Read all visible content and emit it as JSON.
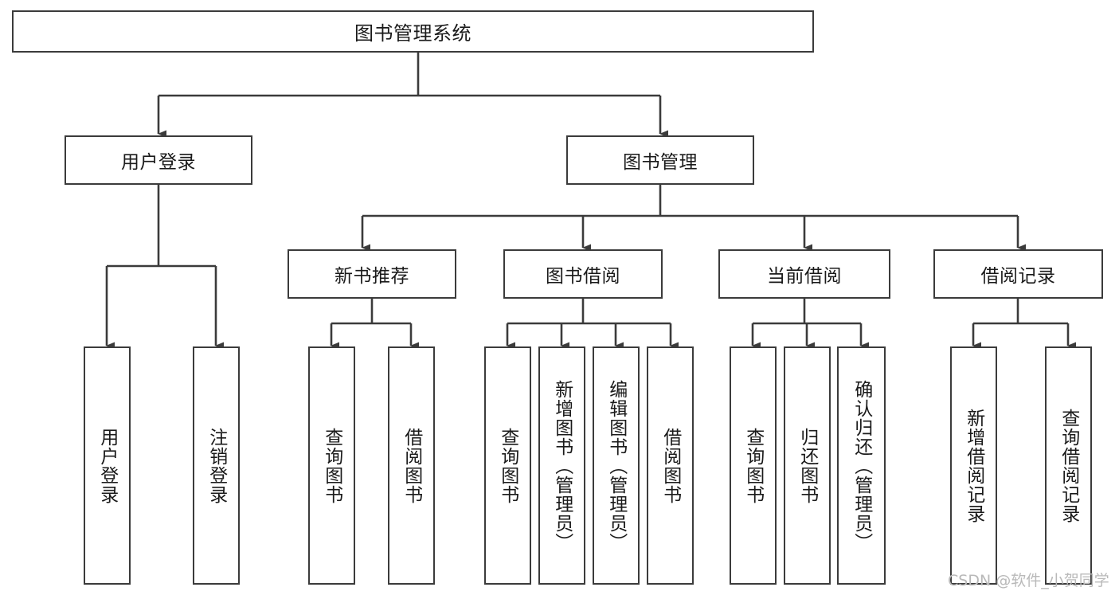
{
  "diagram": {
    "title": "图书管理系统",
    "type": "tree-hierarchy-chart",
    "root": {
      "label": "图书管理系统"
    },
    "level2": [
      {
        "label": "用户登录"
      },
      {
        "label": "图书管理"
      }
    ],
    "level3": [
      {
        "label": "新书推荐"
      },
      {
        "label": "图书借阅"
      },
      {
        "label": "当前借阅"
      },
      {
        "label": "借阅记录"
      }
    ],
    "leaves": {
      "user_login": [
        {
          "label": "用户登录"
        },
        {
          "label": "注销登录"
        }
      ],
      "new_book_recommend": [
        {
          "label": "查询图书"
        },
        {
          "label": "借阅图书"
        }
      ],
      "book_borrow": [
        {
          "label": "查询图书"
        },
        {
          "label": "新增图书（管理员）"
        },
        {
          "label": "编辑图书（管理员）"
        },
        {
          "label": "借阅图书"
        }
      ],
      "current_borrow": [
        {
          "label": "查询图书"
        },
        {
          "label": "归还图书"
        },
        {
          "label": "确认归还（管理员）"
        }
      ],
      "borrow_record": [
        {
          "label": "新增借阅记录"
        },
        {
          "label": "查询借阅记录"
        }
      ]
    }
  },
  "watermark": {
    "text": "CSDN @软件_小贺同学"
  },
  "colors": {
    "stroke": "#3b3b3b",
    "background": "#ffffff",
    "text": "#1a1a1a",
    "watermark": "#b9b9b9"
  }
}
